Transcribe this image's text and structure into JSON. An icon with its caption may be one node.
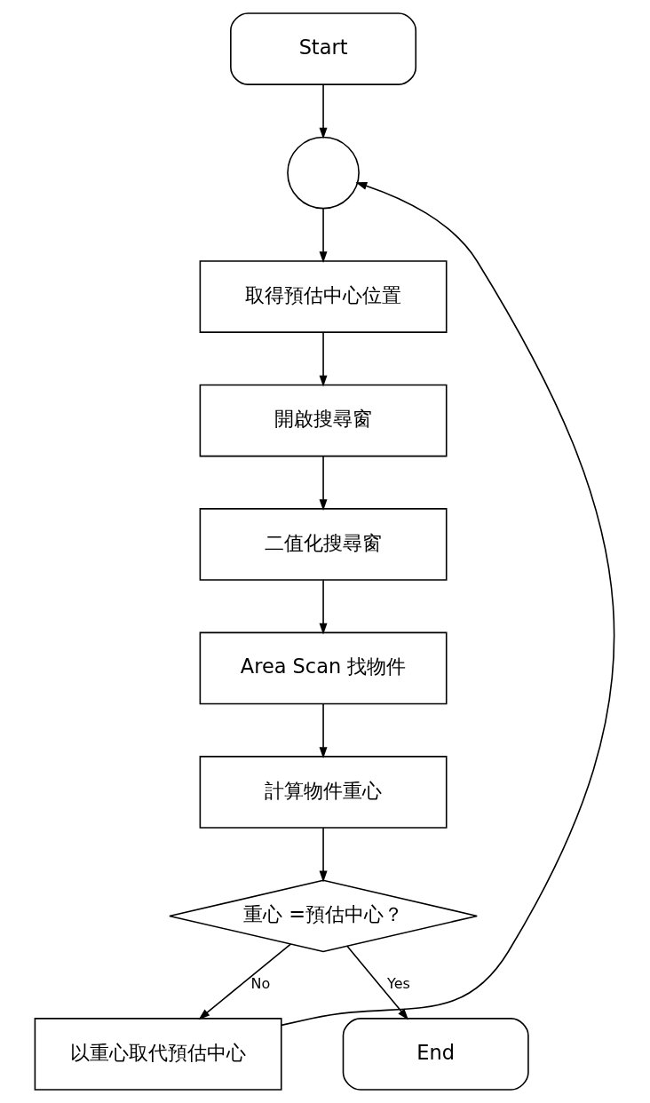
{
  "diagram": {
    "nodes": [
      {
        "text": [
          "Start"
        ]
      },
      {
        "text": [],
        "shape": "circle"
      },
      {
        "text": [
          "取得預估中心位置"
        ]
      },
      {
        "text": [
          "開啟搜尋窗"
        ]
      },
      {
        "text": [
          "二值化搜尋窗"
        ]
      },
      {
        "text": [
          "Area Scan 找物件"
        ]
      },
      {
        "text": [
          "計算物件重心"
        ]
      },
      {
        "text": [
          "重心 =預估中心？"
        ]
      },
      {
        "text": [
          "以重心取代預估中心"
        ]
      },
      {
        "text": [
          "End"
        ]
      }
    ],
    "edges": [
      {
        "from": 0,
        "to": 1,
        "arrow": "to"
      },
      {
        "from": 1,
        "to": 2,
        "arrow": "to"
      },
      {
        "from": 2,
        "to": 3,
        "arrow": "to"
      },
      {
        "from": 3,
        "to": 4,
        "arrow": "to"
      },
      {
        "from": 4,
        "to": 5,
        "arrow": "to"
      },
      {
        "from": 5,
        "to": 6,
        "arrow": "to"
      },
      {
        "from": 6,
        "to": 7,
        "arrow": "to"
      },
      {
        "from": 7,
        "to": 9,
        "arrow": "to",
        "label": "Yes"
      },
      {
        "from": 7,
        "to": 8,
        "arrow": "to",
        "label": "No"
      },
      {
        "from": 8,
        "to": 1,
        "arrow": "to"
      }
    ]
  }
}
